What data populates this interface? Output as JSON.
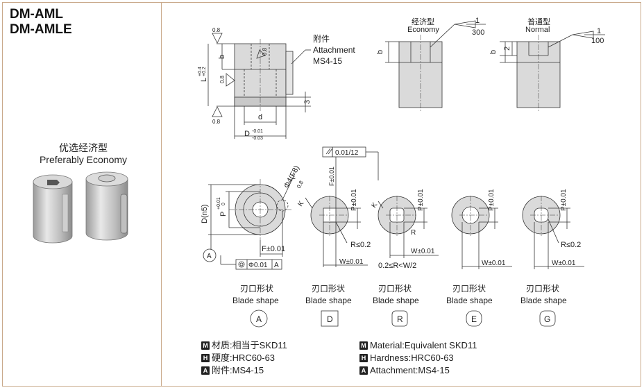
{
  "titles": {
    "line1": "DM-AML",
    "line2": "DM-AMLE"
  },
  "preferably": {
    "cn": "优选经济型",
    "en": "Preferably Economy"
  },
  "top_diagram": {
    "surface_08": "0.8",
    "attach_cn": "附件",
    "attach_en": "Attachment",
    "attach_part": "MS4-15",
    "b": "b",
    "L": "L",
    "L_tol_up": "+0.4",
    "L_tol_dn": "+0.2",
    "d": "d",
    "three": "3",
    "D": "D",
    "D_tol_up": "-0.01",
    "D_tol_dn": "-0.03"
  },
  "economy": {
    "cn": "经济型",
    "en": "Economy",
    "b": "b",
    "ratio_top": "1",
    "ratio_bot": "300"
  },
  "normal": {
    "cn": "普通型",
    "en": "Normal",
    "b": "b",
    "two": "2",
    "ratio_top": "1",
    "ratio_bot": "100"
  },
  "section_a": {
    "D_n5": "D(n5)",
    "P": "P",
    "P_tol_up": "+0.01",
    "P_tol_dn": "0",
    "phi4": "Φ4(F8)",
    "s08": "0.8",
    "F": "F±0.01",
    "datum": "A",
    "fcf_tol": "Φ0.01",
    "fcf_ref": "A"
  },
  "section_d": {
    "parallel_tol": "0.01/12",
    "F": "F±0.01",
    "P": "P±0.01",
    "K": "K",
    "R": "R≤0.2",
    "W": "W±0.01"
  },
  "section_r": {
    "P": "P±0.01",
    "K": "K",
    "R": "R",
    "W": "W±0.01",
    "range": "0.2≤R<W/2"
  },
  "section_e": {
    "P": "P±0.01",
    "W": "W±0.01"
  },
  "section_g": {
    "P": "P±0.01",
    "R": "R≤0.2",
    "W": "W±0.01"
  },
  "blade": [
    {
      "cn": "刃口形状",
      "en": "Blade shape",
      "code": "A"
    },
    {
      "cn": "刃口形状",
      "en": "Blade shape",
      "code": "D"
    },
    {
      "cn": "刃口形状",
      "en": "Blade shape",
      "code": "R"
    },
    {
      "cn": "刃口形状",
      "en": "Blade shape",
      "code": "E"
    },
    {
      "cn": "刃口形状",
      "en": "Blade shape",
      "code": "G"
    }
  ],
  "specs_cn": [
    {
      "badge": "M",
      "text": "材质:相当于SKD11"
    },
    {
      "badge": "H",
      "text": "硬度:HRC60-63"
    },
    {
      "badge": "A",
      "text": "附件:MS4-15"
    }
  ],
  "specs_en": [
    {
      "badge": "M",
      "text": "Material:Equivalent SKD11"
    },
    {
      "badge": "H",
      "text": "Hardness:HRC60-63"
    },
    {
      "badge": "A",
      "text": "Attachment:MS4-15"
    }
  ]
}
